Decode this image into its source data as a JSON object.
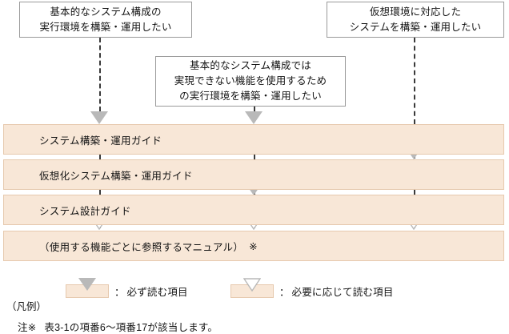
{
  "diagram": {
    "title": "",
    "conditions": [
      {
        "id": "basic-env",
        "lines": [
          "基本的なシステム構成の",
          "実行環境を構築・運用したい"
        ]
      },
      {
        "id": "advanced-env",
        "lines": [
          "基本的なシステム構成では",
          "実現できない機能を使用するため",
          "の実行環境を構築・運用したい"
        ]
      },
      {
        "id": "virtual-env",
        "lines": [
          "仮想環境に対応した",
          "システムを構築・運用したい"
        ]
      }
    ],
    "bars": [
      {
        "id": "system-build-operation-guide",
        "label": "システム構築・運用ガイド",
        "mark": ""
      },
      {
        "id": "virtualization-system-build-operation-guide",
        "label": "仮想化システム構築・運用ガイド",
        "mark": ""
      },
      {
        "id": "system-design-guide",
        "label": "システム設計ガイド",
        "mark": ""
      },
      {
        "id": "per-function-manual",
        "label": "（使用する機能ごとに参照するマニュアル）",
        "mark": "※"
      }
    ],
    "legend": {
      "title": "（凡例）",
      "items": [
        {
          "id": "must-read",
          "type": "solid",
          "colon": "：",
          "text": "必ず読む項目"
        },
        {
          "id": "read-as-needed",
          "type": "hollow",
          "colon": "：",
          "text": "必要に応じて読む項目"
        }
      ]
    },
    "note": {
      "label": "注※",
      "text": "表3-1の項番6〜項番17が該当します。"
    },
    "colors": {
      "bar_fill": "#f8e7d7",
      "bar_border": "#e6c9ae",
      "arrow_solid": "#b9b9b9",
      "arrow_hollow_stroke": "#b9b9b9",
      "box_border": "#9a9a9a",
      "line": "#3a3a3a"
    }
  }
}
